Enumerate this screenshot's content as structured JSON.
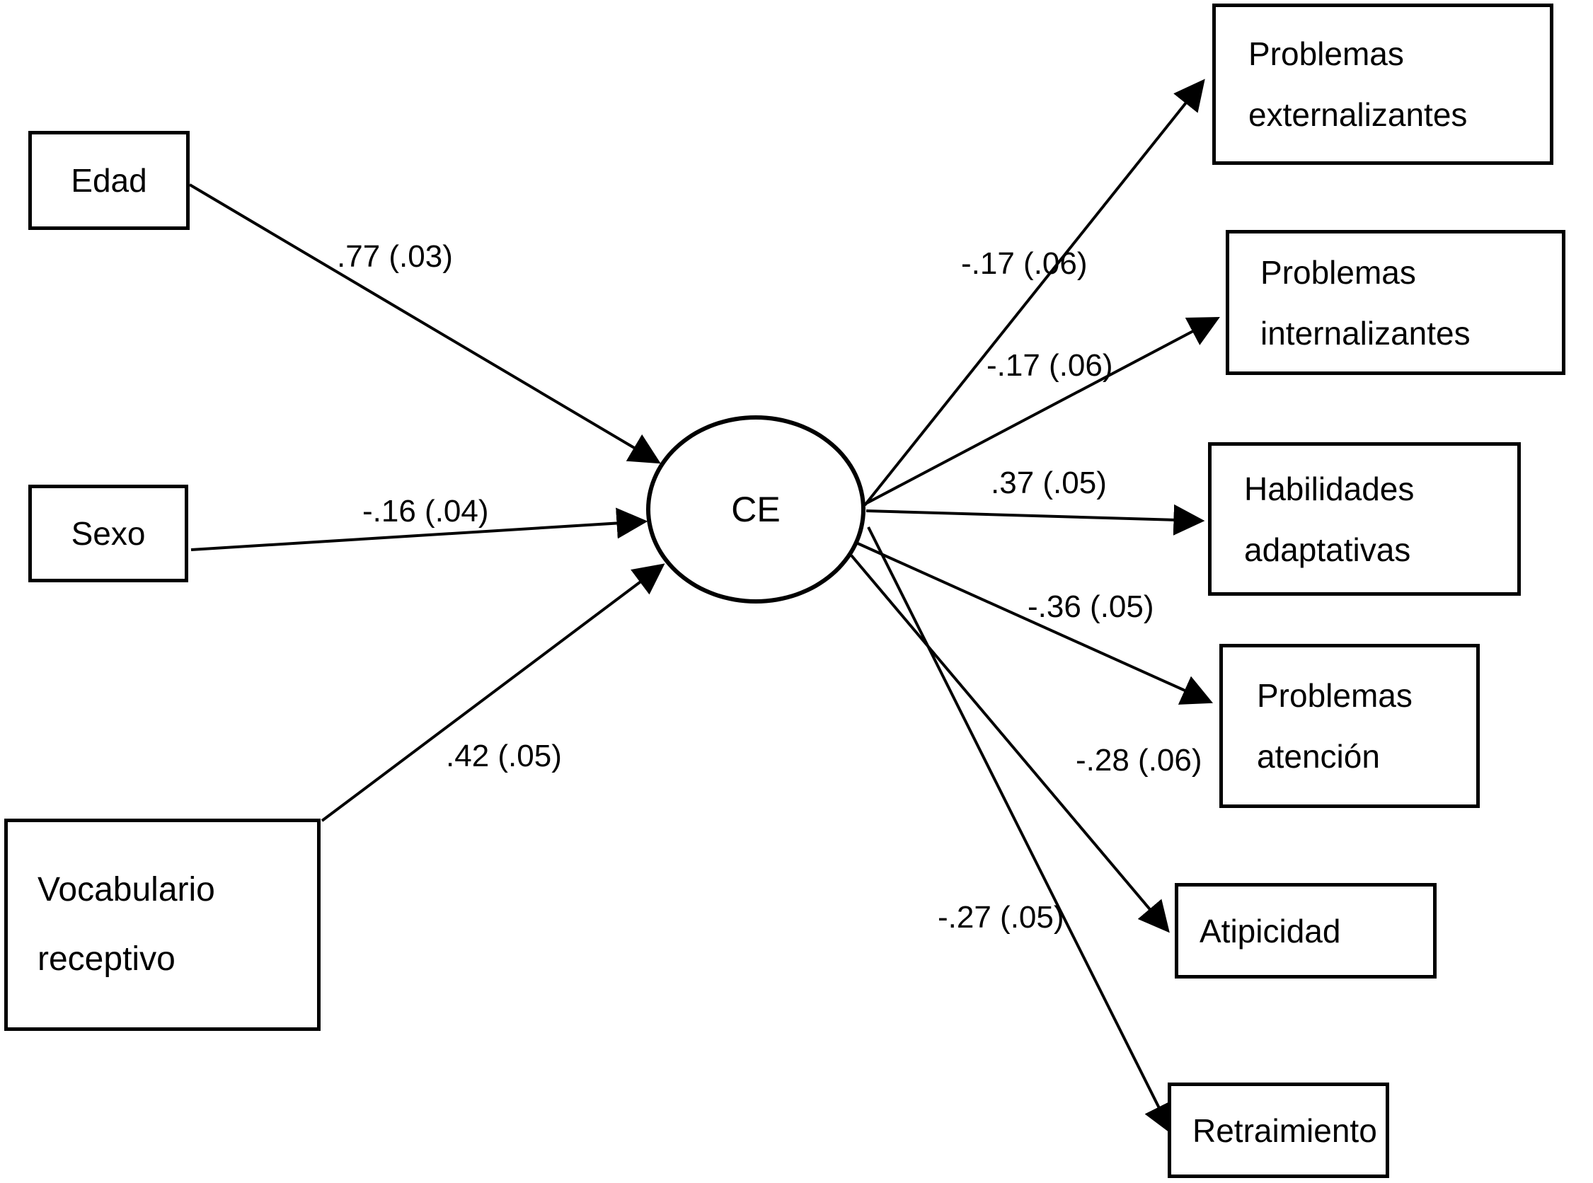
{
  "figure": {
    "type": "structural-equation-path-diagram",
    "background_color": "#ffffff",
    "ink_color": "#000000",
    "latent": {
      "label": "CE"
    },
    "predictors": [
      {
        "id": "edad",
        "lines": [
          "Edad"
        ],
        "coefficient": ".77 (.03)"
      },
      {
        "id": "sexo",
        "lines": [
          "Sexo"
        ],
        "coefficient": "-.16 (.04)"
      },
      {
        "id": "vocabulario-receptivo",
        "lines": [
          "Vocabulario",
          "receptivo"
        ],
        "coefficient": ".42 (.05)"
      }
    ],
    "outcomes": [
      {
        "id": "problemas-externalizantes",
        "lines": [
          "Problemas",
          "externalizantes"
        ],
        "coefficient": "-.17 (.06)"
      },
      {
        "id": "problemas-internalizantes",
        "lines": [
          "Problemas",
          "internalizantes"
        ],
        "coefficient": "-.17 (.06)"
      },
      {
        "id": "habilidades-adaptativas",
        "lines": [
          "Habilidades",
          "adaptativas"
        ],
        "coefficient": ".37 (.05)"
      },
      {
        "id": "problemas-atencion",
        "lines": [
          "Problemas",
          "atención"
        ],
        "coefficient": "-.36 (.05)"
      },
      {
        "id": "atipicidad",
        "lines": [
          "Atipicidad"
        ],
        "coefficient": "-.28 (.06)"
      },
      {
        "id": "retraimiento",
        "lines": [
          "Retraimiento"
        ],
        "coefficient": "-.27 (.05)"
      }
    ]
  }
}
